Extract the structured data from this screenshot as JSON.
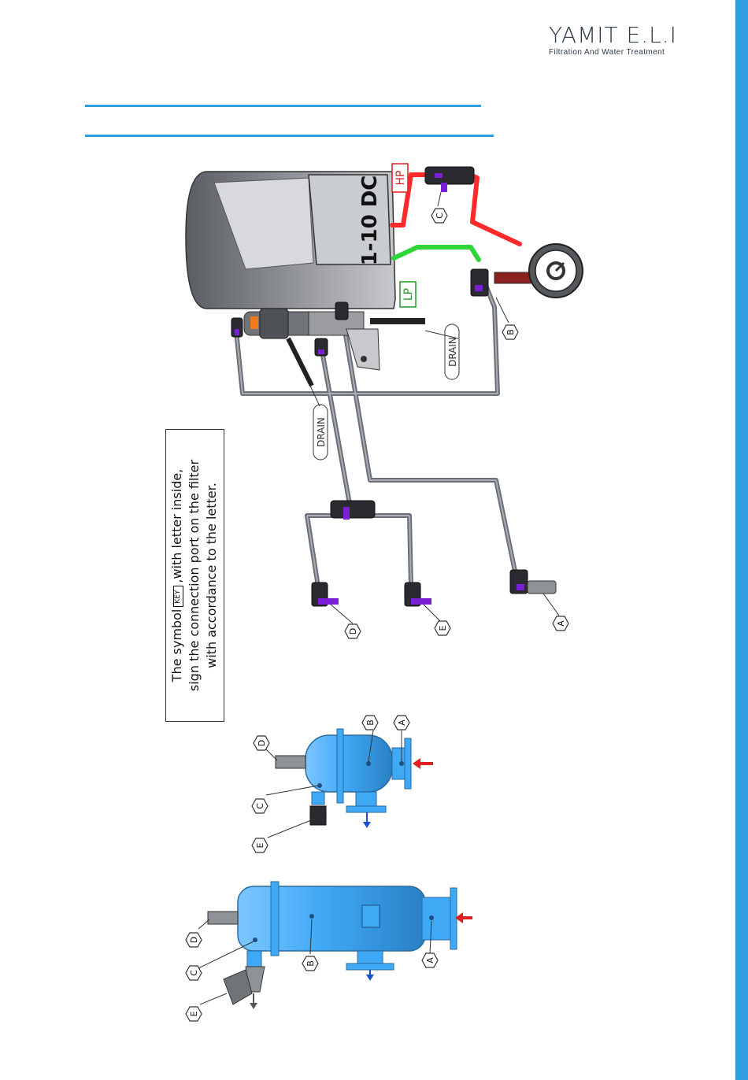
{
  "brand": {
    "name": "YAMIT E.L.I",
    "tagline": "Filtration And Water Treatment"
  },
  "colors": {
    "accent": "#2e9ee0",
    "filter_body": "#3fa9f5",
    "hp_line": "#ff2a2a",
    "lp_line": "#2ed63a",
    "tube": "#6b7078",
    "fitting": "#7a1fd6"
  },
  "controller": {
    "model": "1-10 DC"
  },
  "labels": {
    "hp": "HP",
    "lp": "LP",
    "drain": "DRAIN"
  },
  "ports": {
    "a": "A",
    "b": "B",
    "c": "C",
    "d": "D",
    "e": "E"
  },
  "note": {
    "part1": "The symbol",
    "key": "KEY",
    "part2": ",with letter inside,",
    "line2": "sign the connection port on the filter",
    "line3": "with accordance to the letter."
  }
}
